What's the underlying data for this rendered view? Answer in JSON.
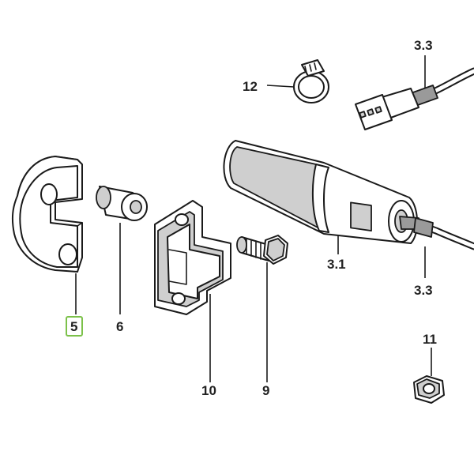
{
  "diagram": {
    "labels": {
      "p12": "12",
      "p33a": "3.3",
      "p31": "3.1",
      "p33b": "3.3",
      "p11": "11",
      "p5": "5",
      "p6": "6",
      "p10": "10",
      "p9": "9"
    },
    "highlight_color": "#7cc14a",
    "highlighted_part": "5"
  }
}
